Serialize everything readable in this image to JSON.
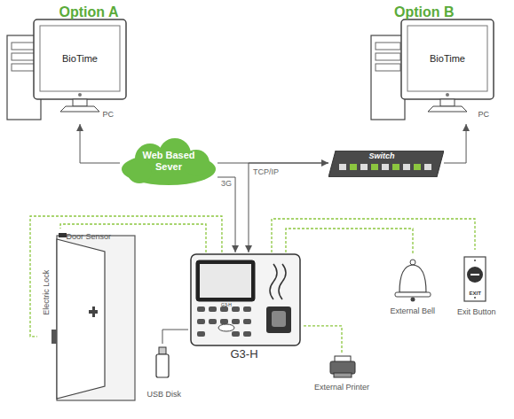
{
  "diagram": {
    "nodes": [
      {
        "text": [
          "Option A",
          "BioTime",
          "PC"
        ]
      },
      {
        "text": [
          "Option B",
          "BioTime",
          "PC"
        ]
      },
      {
        "text": [
          "Web Based Sever"
        ]
      },
      {
        "text": [
          "Switch"
        ]
      },
      {
        "text": [
          "G3-H",
          "G3-H"
        ]
      },
      {
        "text": [
          "Door Sensor",
          "Electric Lock"
        ]
      },
      {
        "text": [
          "USB Disk"
        ]
      },
      {
        "text": [
          "External Printer"
        ]
      },
      {
        "text": [
          "External Bell"
        ]
      },
      {
        "text": [
          "EXIT",
          "Exit Button"
        ]
      }
    ],
    "edges": [
      {
        "from": 2,
        "to": 0,
        "arrow": "to"
      },
      {
        "from": 2,
        "to": 3,
        "arrow": "to"
      },
      {
        "from": 3,
        "to": 1,
        "arrow": "to"
      },
      {
        "from": 2,
        "to": 4,
        "label": "3G",
        "arrow": "to"
      },
      {
        "from": 3,
        "to": 4,
        "label": "TCP/IP",
        "arrow": "to"
      },
      {
        "from": 4,
        "to": 5,
        "arrow": "none"
      },
      {
        "from": 4,
        "to": 5,
        "arrow": "none"
      },
      {
        "from": 4,
        "to": 6,
        "arrow": "none"
      },
      {
        "from": 4,
        "to": 7,
        "arrow": "none"
      },
      {
        "from": 4,
        "to": 8,
        "arrow": "none"
      },
      {
        "from": 4,
        "to": 9,
        "arrow": "none"
      }
    ]
  }
}
